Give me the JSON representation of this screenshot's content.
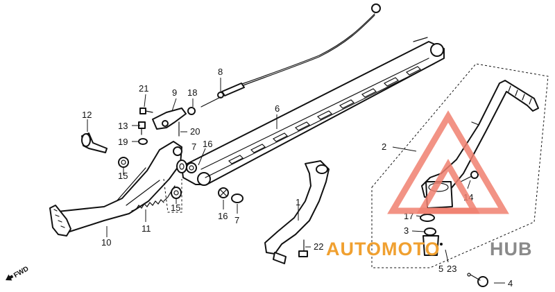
{
  "diagram": {
    "direction_label": "FWD",
    "callouts": {
      "c1": "1",
      "c2": "2",
      "c3": "3",
      "c4": "4",
      "c5": "5",
      "c6": "6",
      "c7a": "7",
      "c7b": "7",
      "c8": "8",
      "c9": "9",
      "c10": "10",
      "c11": "11",
      "c12": "12",
      "c13": "13",
      "c14": "14",
      "c15a": "15",
      "c15b": "15",
      "c16a": "16",
      "c16b": "16",
      "c17": "17",
      "c18": "18",
      "c19": "19",
      "c20": "20",
      "c21": "21",
      "c22": "22",
      "c23": "23"
    }
  },
  "watermark": {
    "text_part1": "AUTOMOTO",
    "text_part2": "HUB",
    "color_primary": "#f0a030",
    "color_secondary": "#8a8a8a",
    "logo_color": "#f08070"
  }
}
